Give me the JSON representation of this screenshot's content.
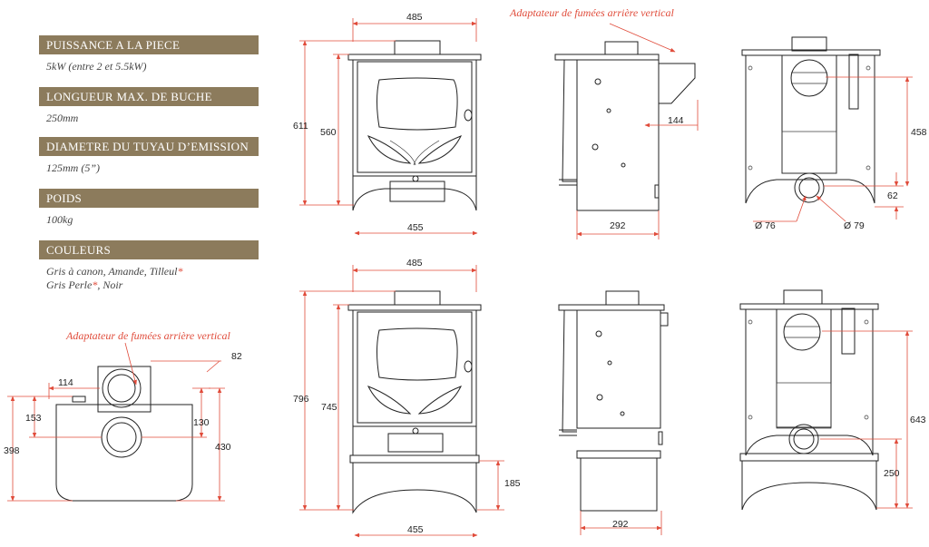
{
  "specs": [
    {
      "heading": "PUISSANCE A LA PIECE",
      "value": "5kW (entre 2 et 5.5kW)"
    },
    {
      "heading": "LONGUEUR MAX. DE BUCHE",
      "value": "250mm"
    },
    {
      "heading": "DIAMETRE DU TUYAU D’EMISSION",
      "value": "125mm (5”)"
    },
    {
      "heading": "POIDS",
      "value": "100kg"
    },
    {
      "heading": "COULEURS",
      "value_line1": "Gris à canon, Amande, Tilleul",
      "value_line2a": "Gris Perle",
      "value_line2b": ", Noir",
      "asterisk": "*"
    }
  ],
  "notes": {
    "adapter_top": "Adaptateur de fumées arrière vertical",
    "adapter_plan": "Adaptateur de fumées arrière vertical"
  },
  "dimensions": {
    "top_front_width": "485",
    "top_front_base": "455",
    "top_front_height": "611",
    "top_front_body": "560",
    "top_side_adapter": "144",
    "top_side_depth": "292",
    "top_back_height": "458",
    "top_back_outlet": "62",
    "top_back_dia1": "Ø 76",
    "top_back_dia2": "Ø 79",
    "bot_front_width": "485",
    "bot_front_base": "455",
    "bot_front_height": "796",
    "bot_front_body": "745",
    "bot_front_stand": "185",
    "bot_side_depth": "292",
    "bot_back_height": "643",
    "bot_back_outlet": "250",
    "plan_82": "82",
    "plan_114": "114",
    "plan_153": "153",
    "plan_398": "398",
    "plan_130": "130",
    "plan_430": "430"
  }
}
